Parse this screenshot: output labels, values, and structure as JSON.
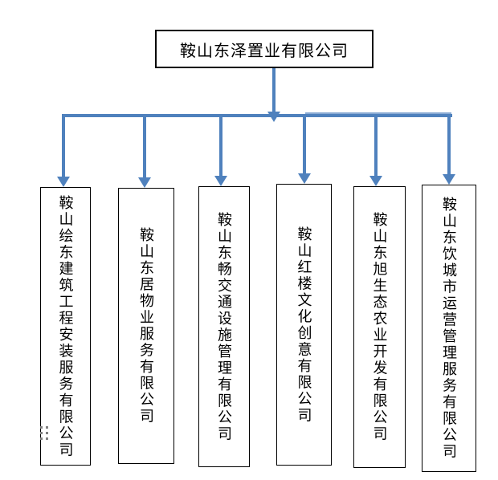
{
  "org": {
    "root": {
      "label": "鞍山东泽置业有限公司"
    },
    "children": [
      {
        "label": "鞍山绘东建筑工程安装服务有限公司"
      },
      {
        "label": "鞍山东居物业服务有限公司"
      },
      {
        "label": "鞍山东畅交通设施管理有限公司"
      },
      {
        "label": "鞍山红楼文化创意有限公司"
      },
      {
        "label": "鞍山东旭生态农业开发有限公司"
      },
      {
        "label": "鞍山东饮城市运营管理服务有限公司"
      }
    ],
    "colors": {
      "connector": "#4f81bd",
      "connector_overlap": "#8aabd4",
      "box_border": "#000000",
      "text": "#000000",
      "background": "#ffffff",
      "anchor_dots": "#808080"
    }
  }
}
